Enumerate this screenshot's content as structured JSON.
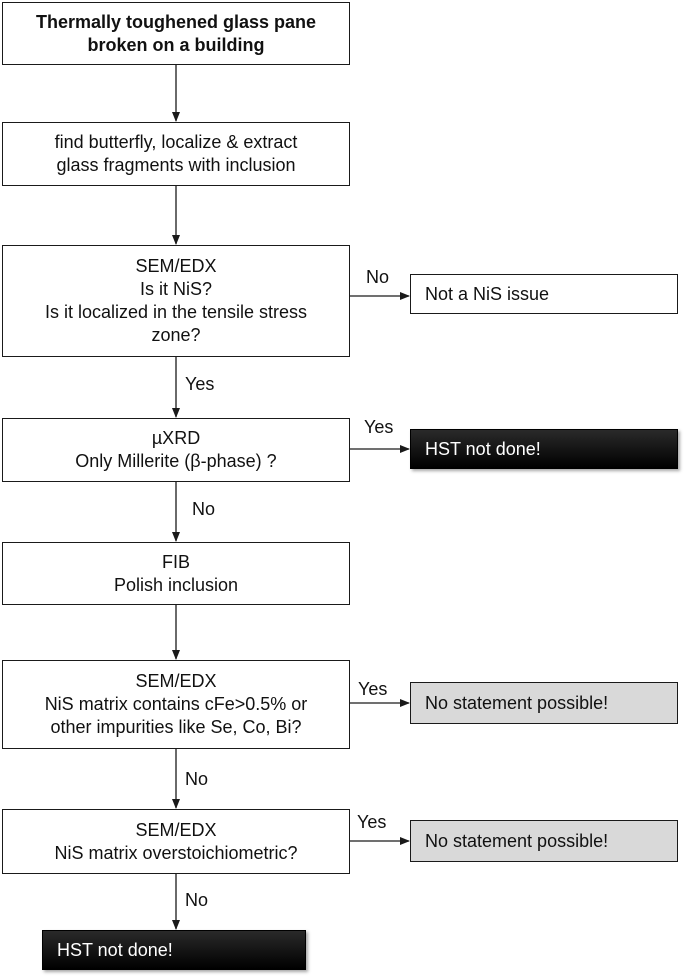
{
  "boxes": {
    "start": [
      "Thermally toughened glass pane",
      "broken on a building"
    ],
    "find": [
      "find butterfly, localize & extract",
      "glass fragments with inclusion"
    ],
    "sem1": [
      "SEM/EDX",
      "Is it NiS?",
      "Is it localized in the tensile stress",
      "zone?"
    ],
    "not_nis": [
      "Not a NiS issue"
    ],
    "uxrd": [
      "µXRD",
      "Only Millerite (β-phase) ?"
    ],
    "hst1": [
      "HST not done!"
    ],
    "fib": [
      "FIB",
      "Polish inclusion"
    ],
    "sem2": [
      "SEM/EDX",
      "NiS matrix contains cFe>0.5% or",
      "other impurities like Se, Co, Bi?"
    ],
    "nsp1": [
      "No statement possible!"
    ],
    "sem3": [
      "SEM/EDX",
      "NiS matrix overstoichiometric?"
    ],
    "nsp2": [
      "No statement possible!"
    ],
    "hst2": [
      "HST not done!"
    ]
  },
  "labels": {
    "no1": "No",
    "yes1": "Yes",
    "yes2": "Yes",
    "no2": "No",
    "yes3": "Yes",
    "no3": "No",
    "yes4": "Yes",
    "no4": "No"
  }
}
